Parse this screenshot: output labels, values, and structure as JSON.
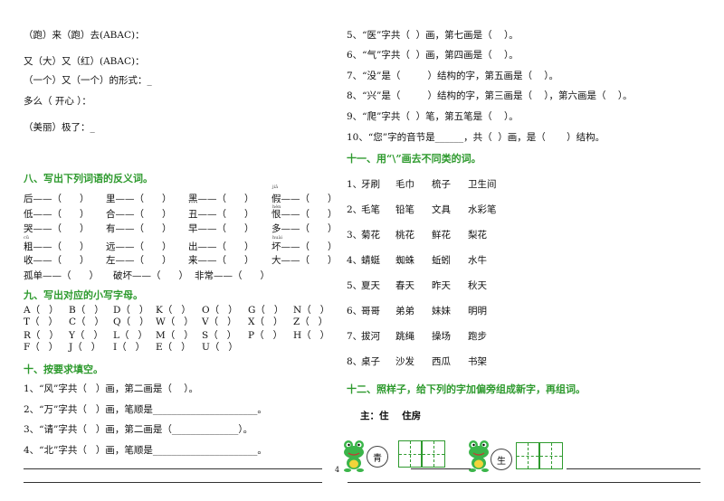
{
  "left_top": [
    "（跑）来（跑）去(ABAC)：",
    "又（大）又（红）(ABAC)：",
    "（一个）又（一个）的形式：_",
    "多么（ 开心 ）：",
    "（美丽）极了：_"
  ],
  "s8": {
    "title": "八、写出下列词语的反义词。",
    "rows": [
      [
        "后——（      ）",
        "里——（      ）",
        "黑——（      ）",
        "假——（      ）"
      ],
      [
        "低——（      ）",
        "合——（      ）",
        "丑——（      ）",
        "恨——（      ）"
      ],
      [
        "哭——（      ）",
        "有——（      ）",
        "早——（      ）",
        "多——（      ）"
      ],
      [
        "粗——（      ）",
        "远——（      ）",
        "出——（      ）",
        "坏——（      ）"
      ],
      [
        "收——（      ）",
        "左——（      ）",
        "来——（      ）",
        "大——（      ）"
      ]
    ],
    "row6": [
      "孤单——（      ）",
      "破坏——（      ）",
      "非常——（      ）"
    ],
    "pinyin": [
      "jiǎ",
      "hèn",
      "cū",
      "huài"
    ]
  },
  "s9": {
    "title": "九、写出对应的小写字母。",
    "rows": [
      [
        "A（   ）",
        "B（   ）",
        "K（   ）",
        "O（   ）",
        "G（   ）",
        "N（   ）"
      ],
      [
        "T（   ）",
        "C（   ）",
        "Q（   ）",
        "W（   ）",
        "X（   ）",
        "Z（   ）"
      ],
      [
        "R（   ）",
        "Y（   ）",
        "L（   ）",
        "S（   ）",
        "P（   ）",
        "H（   ）"
      ],
      [
        "F（   ）",
        "J（   ）",
        "I（   ）",
        "E（   ）",
        "U（   ）"
      ]
    ],
    "extra": [
      "D（   ）",
      "V（   ）",
      "M（   ）"
    ]
  },
  "s10": {
    "title": "十、按要求填空。",
    "items": [
      "1、“风”字共（   ）画，第二画是（    ）。",
      "2、“万”字共（   ）画，笔顺是______________________。",
      "3、“请”字共（   ）画，第二画是（______________）。",
      "4、“北”字共（   ）画，笔顺是______________________。"
    ]
  },
  "right_items": [
    "5、“医”字共（  ）画，第七画是（    ）。",
    "6、“气”字共（  ）画，第四画是（    ）。",
    "7、“没”是（         ）结构的字，第五画是（    ）。",
    "8、“兴”是（         ）结构的字，第三画是（    ），第六画是（    ）。",
    "9、“爬”字共（  ）笔，第五笔是（    ）。",
    "10、“您”字的音节是______，共（  ）画，是（       ）结构。"
  ],
  "s11": {
    "title": "十一、用“\\”画去不同类的词。",
    "rows": [
      [
        "1、",
        "牙刷",
        "毛巾",
        "梳子",
        "卫生间"
      ],
      [
        "2、",
        "毛笔",
        "铅笔",
        "文具",
        "水彩笔"
      ],
      [
        "3、",
        "菊花",
        "桃花",
        "鲜花",
        "梨花"
      ],
      [
        "4、",
        "蜻蜓",
        "蜘蛛",
        "蚯蚓",
        "水牛"
      ],
      [
        "5、",
        "夏天",
        "春天",
        "昨天",
        "秋天"
      ],
      [
        "6、",
        "哥哥",
        "弟弟",
        "妹妹",
        "明明"
      ],
      [
        "7、",
        "拔河",
        "跳绳",
        "操场",
        "跑步"
      ],
      [
        "8、",
        "桌子",
        "沙发",
        "西瓜",
        "书架"
      ]
    ]
  },
  "s12": {
    "title": "十二、照样子，给下列的字加偏旁组成新字，再组词。",
    "example": "主：住    住房",
    "char1": "青",
    "char2": "生"
  },
  "page_number": "4"
}
